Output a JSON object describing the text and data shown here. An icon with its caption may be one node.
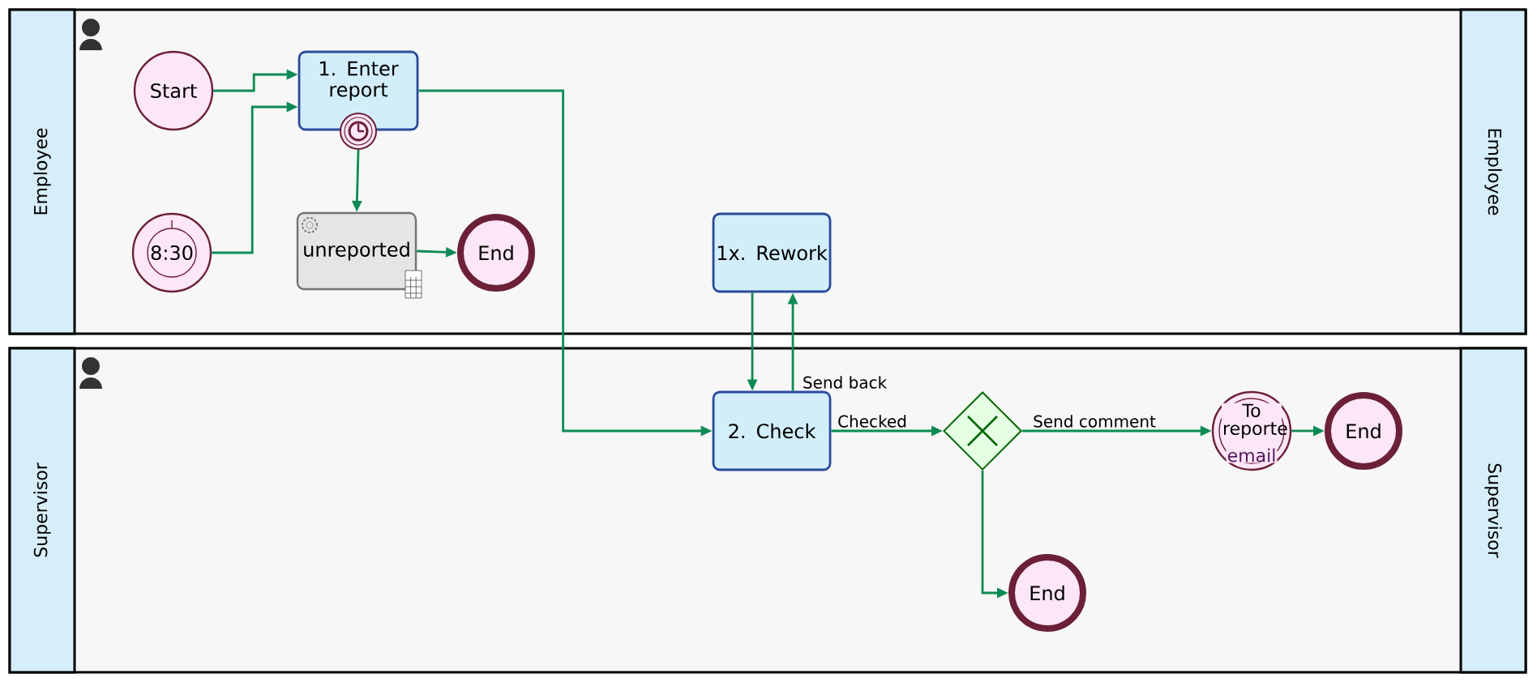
{
  "diagram": {
    "nodes": [
      {
        "text": [
          "Employee",
          "Employee"
        ]
      },
      {
        "text": [
          "Supervisor",
          "Supervisor"
        ]
      },
      {
        "text": [
          "Start"
        ],
        "in": 0
      },
      {
        "text": [
          "1. Enter report"
        ],
        "in": 0
      },
      {
        "text": [],
        "shape": "circle",
        "in": 0
      },
      {
        "text": [
          "8:30"
        ],
        "in": 0
      },
      {
        "text": [
          "unreported"
        ],
        "in": 0
      },
      {
        "text": [
          "End"
        ],
        "in": 0
      },
      {
        "text": [
          "1x. Rework"
        ],
        "in": 0
      },
      {
        "text": [
          "2. Check"
        ],
        "in": 1
      },
      {
        "text": [],
        "shape": "diamond",
        "in": 1
      },
      {
        "text": [
          "To reporte",
          "email"
        ],
        "in": 1
      },
      {
        "text": [
          "End"
        ],
        "in": 1
      },
      {
        "text": [
          "End"
        ],
        "in": 1
      }
    ],
    "edges": [
      {
        "from": 2,
        "to": 3,
        "arrow": "to"
      },
      {
        "from": 5,
        "to": 3,
        "arrow": "to"
      },
      {
        "from": 4,
        "to": 6,
        "arrow": "to"
      },
      {
        "from": 6,
        "to": 7,
        "arrow": "to"
      },
      {
        "from": 3,
        "to": 9,
        "arrow": "to"
      },
      {
        "from": 8,
        "to": 9,
        "arrow": "to"
      },
      {
        "from": 9,
        "to": 8,
        "arrow": "to",
        "label": "Send back"
      },
      {
        "from": 9,
        "to": 10,
        "arrow": "to",
        "label": "Checked"
      },
      {
        "from": 10,
        "to": 11,
        "arrow": "to",
        "label": "Send comment"
      },
      {
        "from": 11,
        "to": 12,
        "arrow": "to"
      },
      {
        "from": 10,
        "to": 13,
        "arrow": "to"
      }
    ]
  }
}
